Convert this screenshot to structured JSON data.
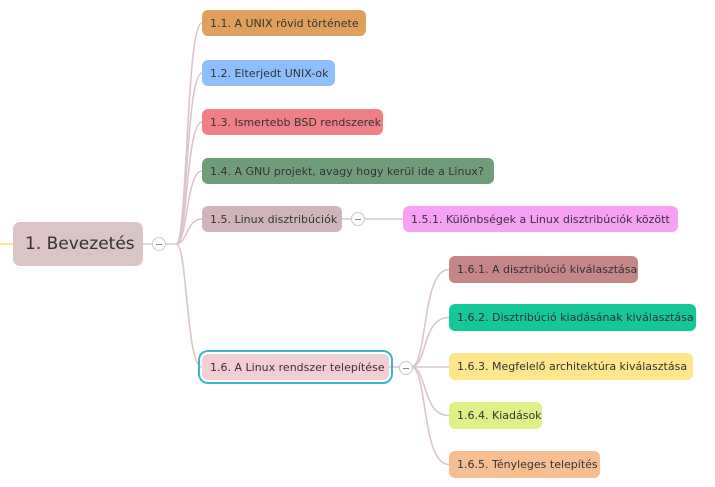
{
  "mindmap": {
    "root": {
      "label": "1. Bevezetés",
      "color": "#d9c4c6"
    },
    "topics": [
      {
        "id": "t11",
        "label": "1.1. A UNIX rövid története",
        "color": "#dea05a"
      },
      {
        "id": "t12",
        "label": "1.2. Elterjedt UNIX-ok",
        "color": "#8ebefb"
      },
      {
        "id": "t13",
        "label": "1.3. Ismertebb BSD rendszerek",
        "color": "#ef8088"
      },
      {
        "id": "t14",
        "label": "1.4. A GNU projekt, avagy hogy kerül ide a Linux?",
        "color": "#6f9d7a"
      },
      {
        "id": "t15",
        "label": "1.5. Linux disztribúciók",
        "color": "#cfb5ba",
        "children": [
          {
            "id": "t151",
            "label": "1.5.1. Különbségek a Linux disztribúciók között",
            "color": "#f7a1f5"
          }
        ]
      },
      {
        "id": "t16",
        "label": "1.6. A Linux rendszer telepítése",
        "color": "#f2cfd5",
        "selected": true,
        "children": [
          {
            "id": "t161",
            "label": "1.6.1. A disztribúció kiválasztása",
            "color": "#c58688"
          },
          {
            "id": "t162",
            "label": "1.6.2. Disztribúció kiadásának kiválasztása",
            "color": "#14c89a"
          },
          {
            "id": "t163",
            "label": "1.6.3. Megfelelő architektúra kiválasztása",
            "color": "#fde68b"
          },
          {
            "id": "t164",
            "label": "1.6.4. Kiadások",
            "color": "#def188"
          },
          {
            "id": "t165",
            "label": "1.6.5. Tényleges telepítés",
            "color": "#f7be92"
          }
        ]
      }
    ],
    "connector_color": "#dcc5c9",
    "selection_color": "#3fb6c8"
  }
}
